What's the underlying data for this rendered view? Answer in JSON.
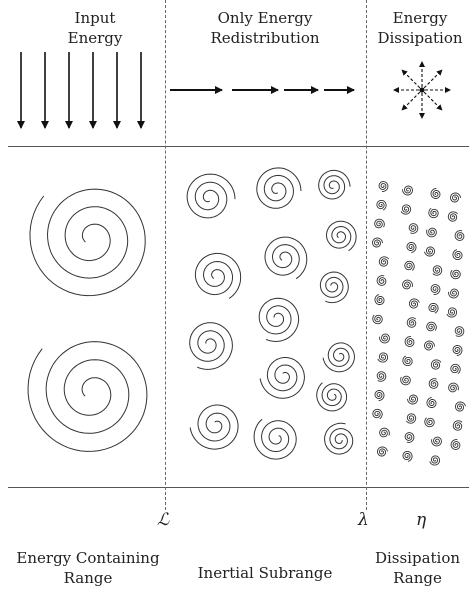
{
  "header": {
    "input": [
      "Input",
      "Energy"
    ],
    "redistribution": [
      "Only Energy",
      "Redistribution"
    ],
    "dissipation": [
      "Energy",
      "Dissipation"
    ]
  },
  "symbols": {
    "L": "ℒ",
    "lambda": "λ",
    "eta": "η"
  },
  "ranges": {
    "energy_containing": [
      "Energy Containing",
      "Range"
    ],
    "inertial": "Inertial Subrange",
    "dissipation": [
      "Dissipation",
      "Range"
    ]
  }
}
